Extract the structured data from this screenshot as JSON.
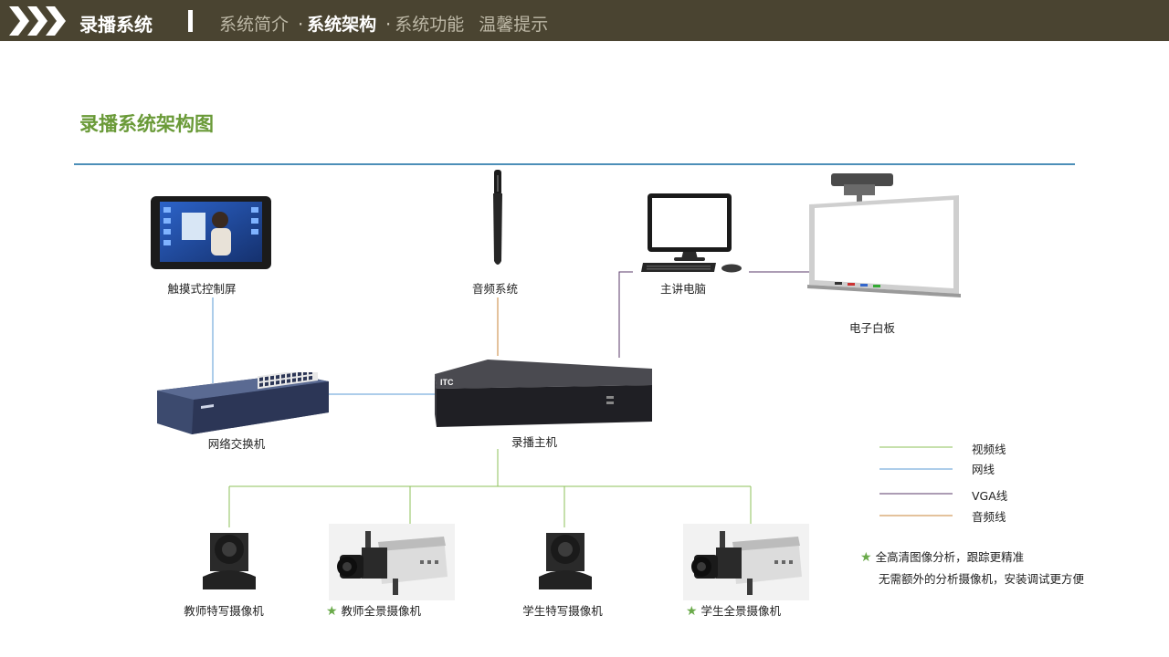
{
  "header": {
    "brand": "录播系统",
    "nav": [
      {
        "label": "系统简介",
        "active": false
      },
      {
        "label": "系统架构",
        "active": true
      },
      {
        "label": "系统功能",
        "active": false
      },
      {
        "label": "温馨提示",
        "active": false
      }
    ],
    "dot": "·"
  },
  "page_title": "录播系统架构图",
  "devices": {
    "touch_panel": "触摸式控制屏",
    "audio_system": "音频系统",
    "lecturer_pc": "主讲电脑",
    "whiteboard": "电子白板",
    "network_switch": "网络交换机",
    "recording_host": "录播主机",
    "teacher_closeup_cam": "教师特写摄像机",
    "teacher_panorama_cam": "教师全景摄像机",
    "student_closeup_cam": "学生特写摄像机",
    "student_panorama_cam": "学生全景摄像机"
  },
  "legend": {
    "video": "视频线",
    "network": "网线",
    "vga": "VGA线",
    "audio": "音频线"
  },
  "colors": {
    "video": "#8cc05a",
    "network": "#5b9bd5",
    "vga": "#5a3a6a",
    "audio": "#c8843a",
    "header_bg": "#4a4431",
    "title_green": "#6a9a38"
  },
  "notes": {
    "star": "★",
    "line1": "全高清图像分析，跟踪更精准",
    "line2": "无需额外的分析摄像机，安装调试更方便"
  }
}
